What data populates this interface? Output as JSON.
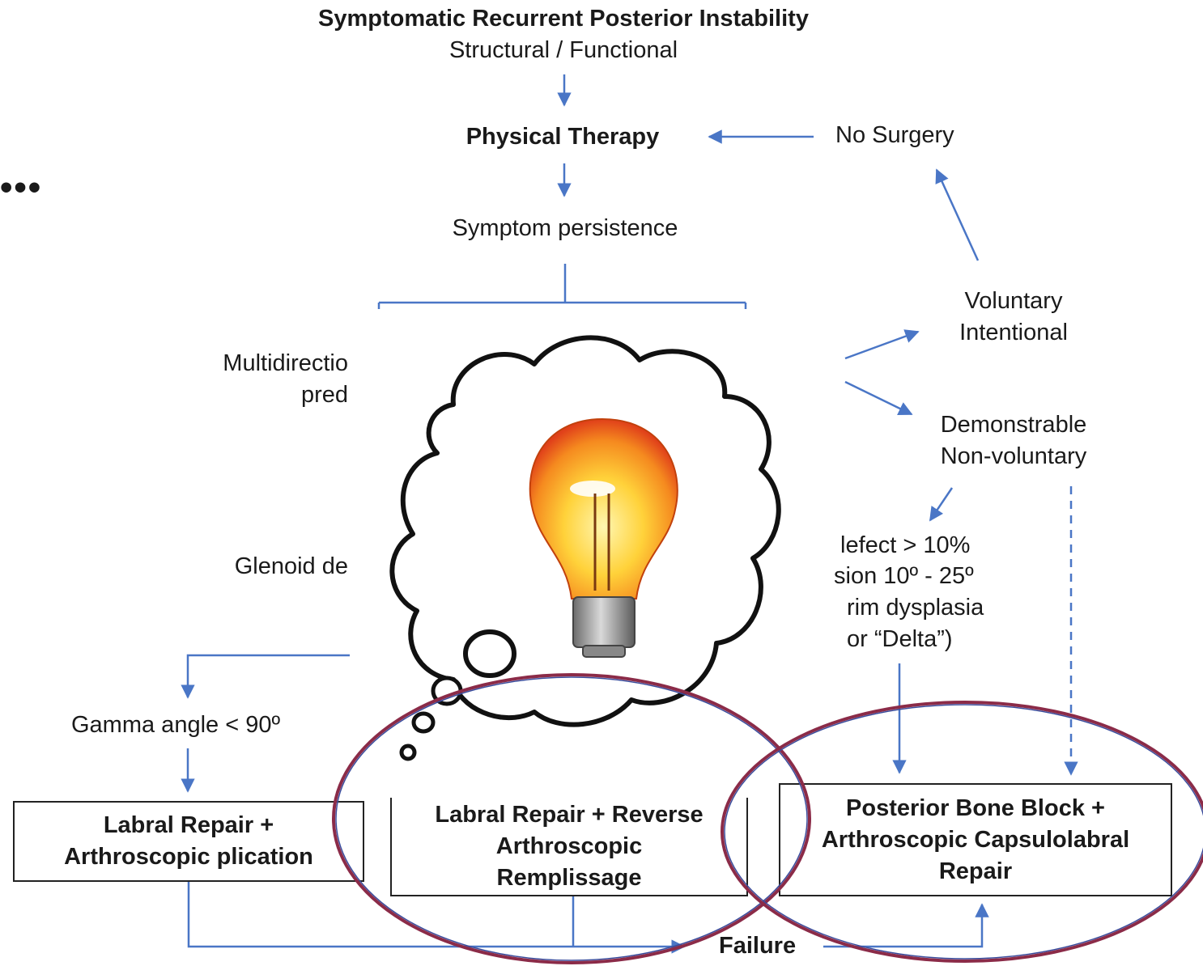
{
  "header": {
    "title": "Symptomatic Recurrent Posterior Instability",
    "subtitle": "Structural / Functional"
  },
  "nodes": {
    "physical_therapy": "Physical Therapy",
    "no_surgery": "No Surgery",
    "symptom_persistence": "Symptom persistence",
    "voluntary": "Voluntary\nIntentional",
    "demonstrable": "Demonstrable\nNon-voluntary",
    "multidirectional_line1": "Multidirectio",
    "multidirectional_line2": "pred",
    "glenoid_left": "Glenoid de",
    "right_criteria": [
      "lefect > 10%",
      "sion 10º - 25º",
      "rim dysplasia",
      "or “Delta”)"
    ],
    "gamma_angle": "Gamma angle < 90º",
    "failure": "Failure"
  },
  "boxes": {
    "labral_plication": "Labral Repair +\nArthroscopic plication",
    "remplissage": "Labral Repair + Reverse\nArthroscopic\nRemplissage",
    "bone_block": "Posterior Bone Block +\nArthroscopic Capsulolabral\nRepair"
  },
  "overlay": {
    "ellipsis": "•••",
    "icon": "lightbulb-thought-bubble-icon"
  },
  "colors": {
    "arrow": "#4a76c6",
    "ellipse": "#8b2b48",
    "ellipse_inner": "#3a4c9c",
    "bulb": "#f5a623"
  }
}
